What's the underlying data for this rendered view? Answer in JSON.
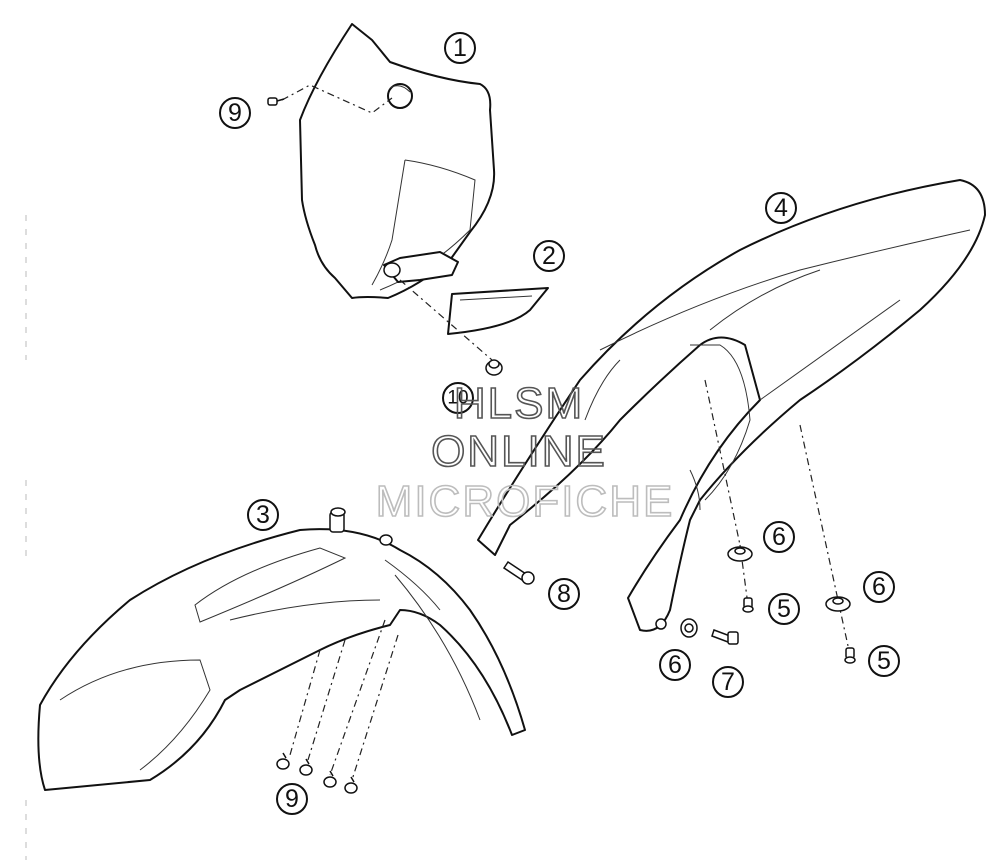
{
  "callouts": [
    {
      "id": "c1",
      "label": "1"
    },
    {
      "id": "c2",
      "label": "2"
    },
    {
      "id": "c3",
      "label": "3"
    },
    {
      "id": "c4",
      "label": "4"
    },
    {
      "id": "c5a",
      "label": "5"
    },
    {
      "id": "c5b",
      "label": "5"
    },
    {
      "id": "c6a",
      "label": "6"
    },
    {
      "id": "c6b",
      "label": "6"
    },
    {
      "id": "c6c",
      "label": "6"
    },
    {
      "id": "c7",
      "label": "7"
    },
    {
      "id": "c8",
      "label": "8"
    },
    {
      "id": "c9a",
      "label": "9"
    },
    {
      "id": "c9b",
      "label": "9"
    },
    {
      "id": "c10",
      "label": "10"
    }
  ],
  "watermark": {
    "line1": "HLSM",
    "line2": "ONLINE",
    "line3": "MICROFICHE"
  }
}
